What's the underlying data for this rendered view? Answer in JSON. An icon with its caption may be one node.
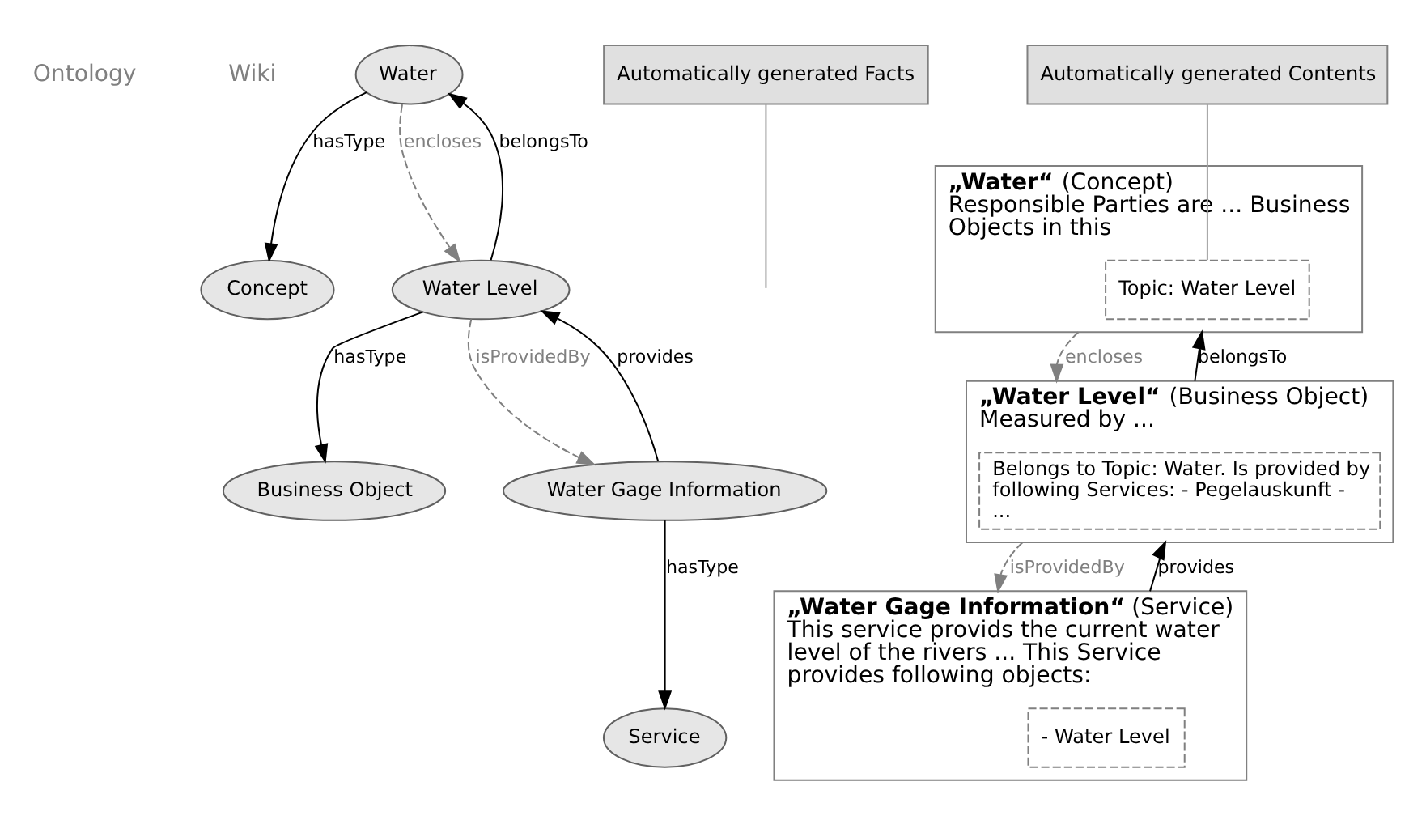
{
  "diagram": {
    "nodes": [
      {
        "text": [
          "Water"
        ]
      },
      {
        "text": [
          "Concept"
        ]
      },
      {
        "text": [
          "Water Level"
        ]
      },
      {
        "text": [
          "Business Object"
        ]
      },
      {
        "text": [
          "Water Gage Information"
        ]
      },
      {
        "text": [
          "Service"
        ]
      },
      {
        "text": [
          "Automatically generated Facts"
        ]
      },
      {
        "text": [
          "**„Water“** (Concept)",
          "Responsible Parties are ... Business Objects in this"
        ]
      },
      {
        "text": [
          "Topic: Water Level"
        ],
        "in": 7
      },
      {
        "text": [
          "**„Water Level“** (Business Object)",
          "Measured by ..."
        ]
      },
      {
        "text": [
          "Belongs to Topic: Water. Is provided by following Services: - Pegelauskunft - ..."
        ],
        "in": 9
      },
      {
        "text": [
          "**„Water Gage Information“** (Service)",
          "This service provids the current water level of the rivers ... This Service provides following objects:"
        ]
      },
      {
        "text": [
          "- Water Level"
        ],
        "in": 11
      },
      {
        "text": [
          "Automatically generated Contents"
        ]
      }
    ],
    "edges": [
      {
        "from": 0,
        "to": 1,
        "arrow": "to",
        "label": "hasType"
      },
      {
        "from": 0,
        "to": 2,
        "arrow": "to",
        "label": "encloses",
        "style": "dashed",
        "color": "#808080"
      },
      {
        "from": 2,
        "to": 0,
        "arrow": "to",
        "label": "belongsTo"
      },
      {
        "from": 2,
        "to": 3,
        "arrow": "to",
        "label": "hasType"
      },
      {
        "from": 2,
        "to": 4,
        "arrow": "to",
        "label": "isProvidedBy",
        "style": "dashed",
        "color": "#808080"
      },
      {
        "from": 4,
        "to": 2,
        "arrow": "to",
        "label": "provides"
      },
      {
        "from": 4,
        "to": 5,
        "arrow": "to",
        "label": "hasType"
      },
      {
        "from": 6,
        "to": null,
        "arrow": "none",
        "color": "#a0a0a0"
      },
      {
        "from": 7,
        "to": 9,
        "arrow": "to",
        "label": "encloses",
        "style": "dashed",
        "color": "#808080"
      },
      {
        "from": 9,
        "to": 7,
        "arrow": "to",
        "label": "belongsTo"
      },
      {
        "from": 9,
        "to": 11,
        "arrow": "to",
        "label": "isProvidedBy",
        "style": "dashed",
        "color": "#808080"
      },
      {
        "from": 11,
        "to": 9,
        "arrow": "to",
        "label": "provides"
      },
      {
        "from": 13,
        "to": 8,
        "arrow": "none",
        "color": "#a0a0a0"
      }
    ],
    "labels": [
      "Ontology",
      "Wiki"
    ]
  }
}
